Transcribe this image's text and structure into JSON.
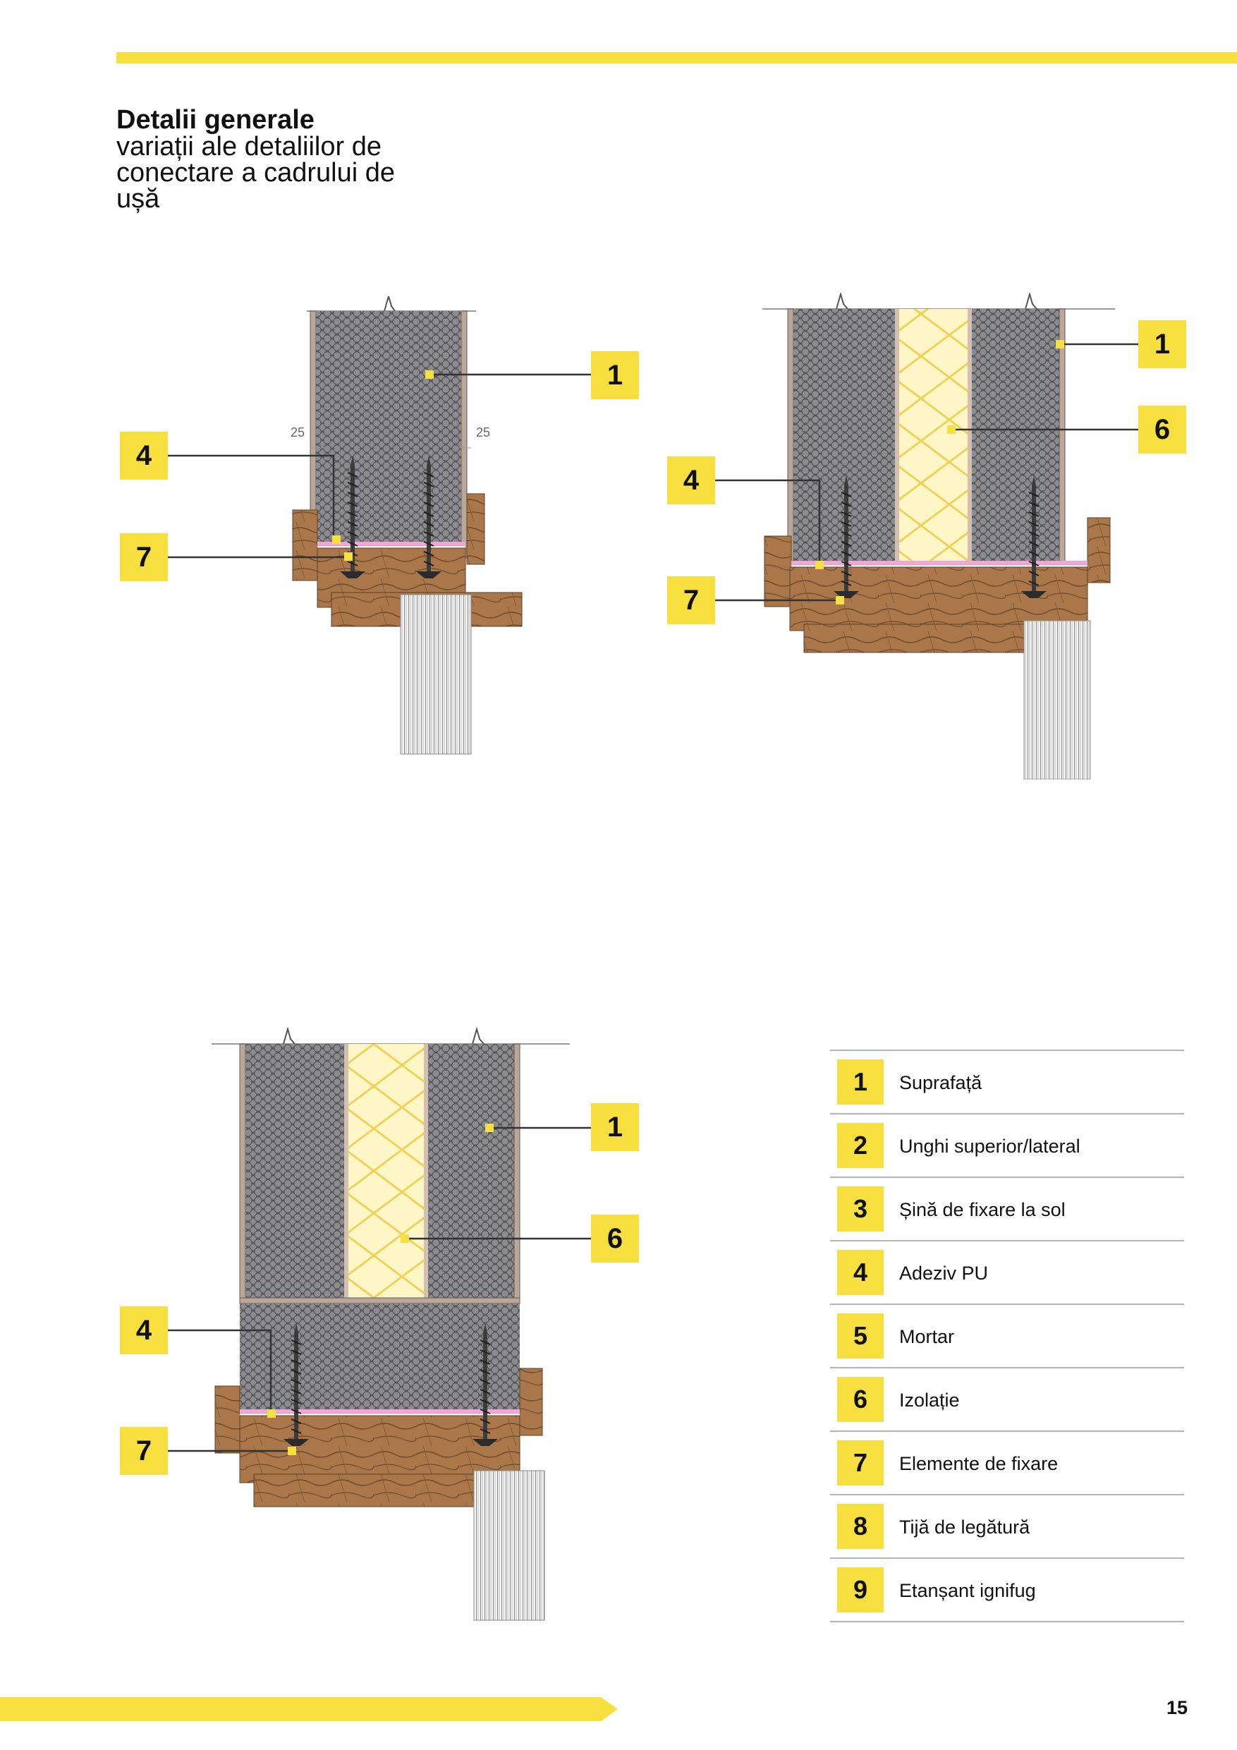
{
  "header": {
    "title_bold": "Detalii generale",
    "title_lines": [
      "variații ale detaliilor de",
      "conectare a cadrului de",
      "ușă"
    ]
  },
  "figures": [
    {
      "id": "detail-1",
      "dimension_labels": [
        "25",
        "25"
      ],
      "callouts": {
        "c1": "1",
        "c4": "4",
        "c7": "7"
      }
    },
    {
      "id": "detail-2",
      "callouts": {
        "c1": "1",
        "c6": "6",
        "c4": "4",
        "c7": "7"
      }
    },
    {
      "id": "detail-3",
      "callouts": {
        "c1": "1",
        "c6": "6",
        "c4": "4",
        "c7": "7"
      }
    }
  ],
  "legend": [
    {
      "num": "1",
      "label": "Suprafață"
    },
    {
      "num": "2",
      "label": "Unghi superior/lateral"
    },
    {
      "num": "3",
      "label": "Șină de fixare la sol"
    },
    {
      "num": "4",
      "label": "Adeziv PU"
    },
    {
      "num": "5",
      "label": "Mortar"
    },
    {
      "num": "6",
      "label": "Izolație"
    },
    {
      "num": "7",
      "label": "Elemente de fixare"
    },
    {
      "num": "8",
      "label": "Tijă de legătură"
    },
    {
      "num": "9",
      "label": "Etanșant ignifug"
    }
  ],
  "footer": {
    "page_number": "15"
  },
  "colors": {
    "accent": "#f7df3f",
    "masonry": "#7a7a7d",
    "timber": "#a9774a",
    "insulation": "#fff6c8",
    "adhesive": "#f2a6d6",
    "leader": "#333333"
  }
}
